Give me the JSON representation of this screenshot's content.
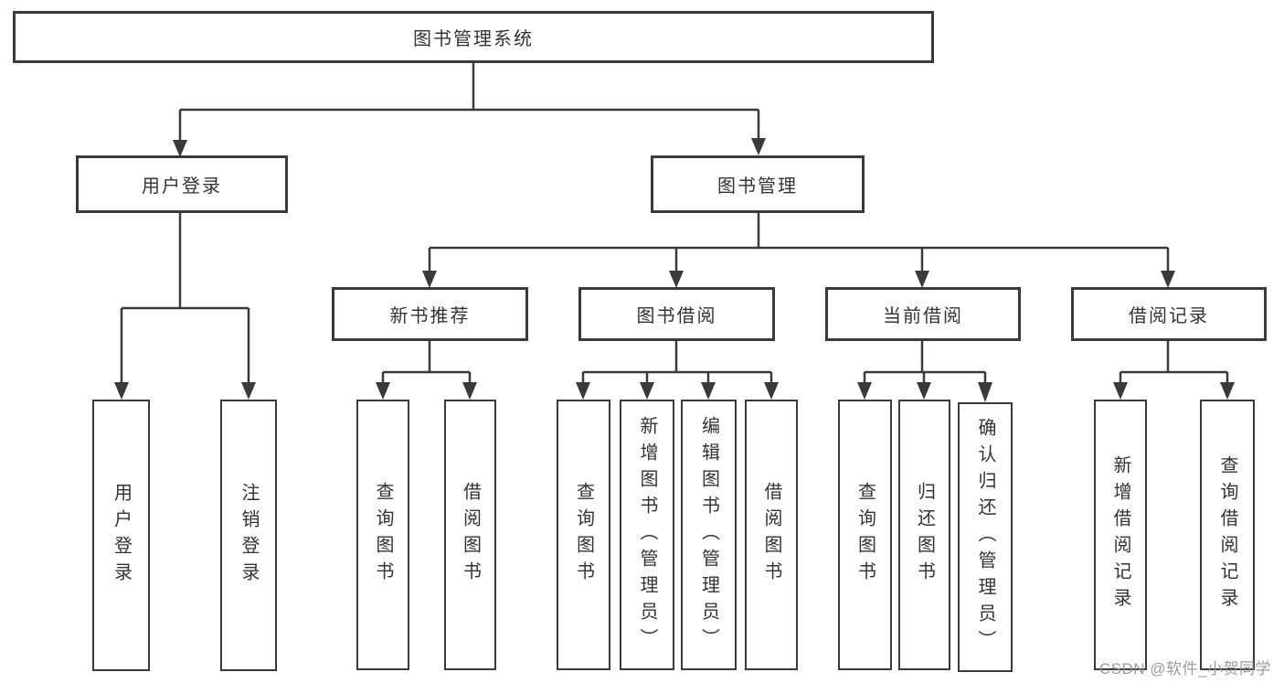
{
  "diagram": {
    "title": "图书管理系统",
    "colors": {
      "line": "#3a3a3a",
      "box_border": "#3a3a3a",
      "box_fill": "#ffffff",
      "text": "#333333",
      "watermark": "#969696"
    },
    "nodes": {
      "root": "图书管理系统",
      "level2": {
        "user_login": "用户登录",
        "book_mgmt": "图书管理"
      },
      "level3": {
        "new_books": "新书推荐",
        "borrow": "图书借阅",
        "current": "当前借阅",
        "records": "借阅记录"
      },
      "leaves": {
        "user_login": [
          "用户登录",
          "注销登录"
        ],
        "new_books": [
          "查询图书",
          "借阅图书"
        ],
        "borrow": [
          "查询图书",
          "新增图书（管理员）",
          "编辑图书（管理员）",
          "借阅图书"
        ],
        "current": [
          "查询图书",
          "归还图书",
          "确认归还（管理员）"
        ],
        "records": [
          "新增借阅记录",
          "查询借阅记录"
        ]
      }
    },
    "watermark": "CSDN @软件_小贺同学"
  }
}
